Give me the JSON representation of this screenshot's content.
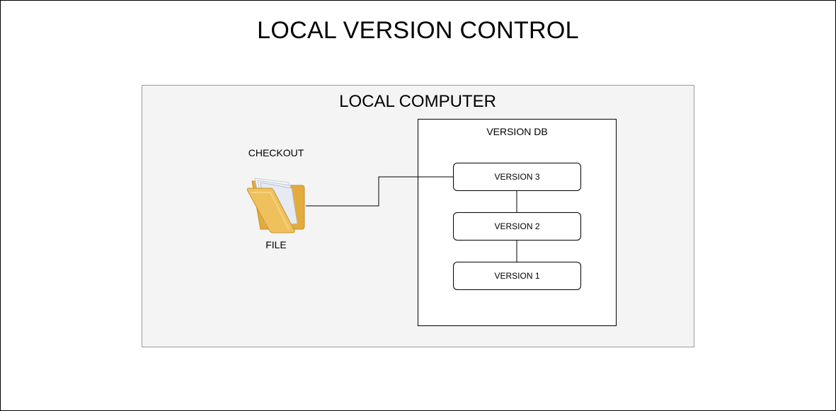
{
  "title": "LOCAL VERSION CONTROL",
  "computer": {
    "label": "LOCAL COMPUTER"
  },
  "file": {
    "checkout_label": "CHECKOUT",
    "label": "FILE",
    "icon": "folder-icon"
  },
  "version_db": {
    "label": "VERSION DB",
    "versions": [
      "VERSION 3",
      "VERSION 2",
      "VERSION 1"
    ]
  },
  "colors": {
    "computer_fill": "#f4f4f4",
    "folder_yellow": "#e9b64a",
    "line": "#000000"
  }
}
